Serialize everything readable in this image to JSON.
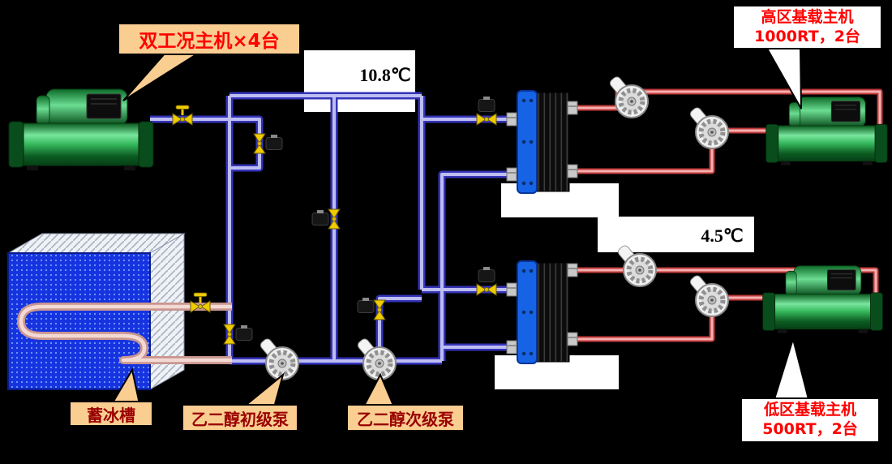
{
  "callouts": {
    "dual_chiller": {
      "text": "双工况主机×4台"
    },
    "high_zone": {
      "line1": "高区基载主机",
      "line2": "1000RT，2台"
    },
    "low_zone": {
      "line1": "低区基载主机",
      "line2": "500RT，2台"
    },
    "ice_tank": {
      "text": "蓄冰槽"
    },
    "glycol_primary_pump": {
      "text": "乙二醇初级泵"
    },
    "glycol_secondary_pump": {
      "text": "乙二醇次级泵"
    }
  },
  "temperatures": {
    "glycol_supply": "10.8℃",
    "chilled_water_supply": "4.5℃"
  },
  "icons": {
    "chiller": "green-screw-chiller",
    "pump": "gear-pump",
    "valve": "yellow-ball-valve",
    "motor_valve": "motorized-valve",
    "heat_exchanger": "plate-heat-exchanger",
    "ice_tank": "ice-storage-tank-with-coil"
  },
  "colors": {
    "background": "#000000",
    "glycol_pipe": "#3434B8",
    "glycol_pipe_core": "#BDBDF2",
    "chilled_water_pipe": "#C23A3A",
    "brine_pipe_pink": "#C9968F",
    "callout_fill_tan": "#FACD91",
    "callout_fill_white": "#FFFFFF",
    "callout_text_red": "#FF0000",
    "callout_text_dark_red": "#990000",
    "equipment_green": "#2EA850",
    "tank_blue": "#1733E0",
    "hx_blue": "#1663E6",
    "valve_yellow": "#EFCB00"
  }
}
